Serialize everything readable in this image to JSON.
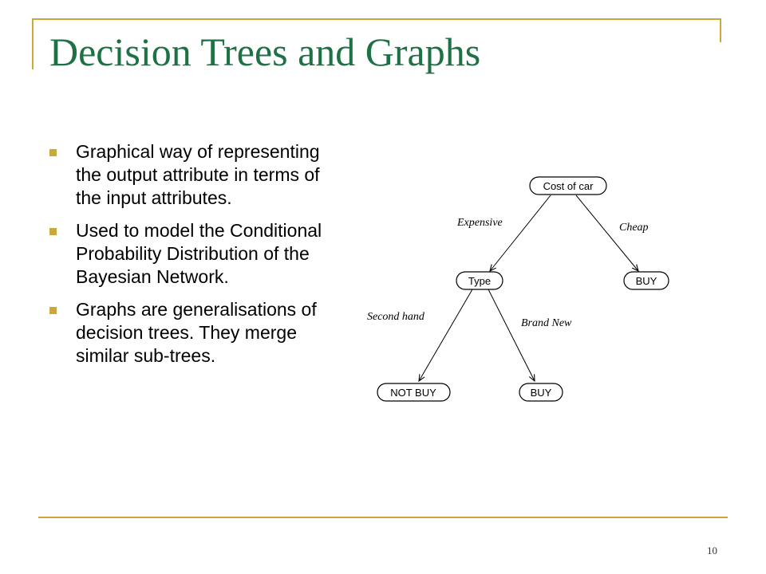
{
  "title": "Decision Trees and Graphs",
  "bullets": [
    "Graphical way of representing the output attribute in terms of the input attributes.",
    "Used to model the Conditional Probability Distribution of the Bayesian Network.",
    "Graphs are generalisations of decision trees. They merge similar sub-trees."
  ],
  "diagram": {
    "nodes": {
      "root": "Cost of car",
      "type": "Type",
      "buy_cheap": "BUY",
      "not_buy": "NOT BUY",
      "buy_new": "BUY"
    },
    "edges": {
      "expensive": "Expensive",
      "cheap": "Cheap",
      "second_hand": "Second hand",
      "brand_new": "Brand New"
    }
  },
  "page_number": "10",
  "colors": {
    "title": "#1e7045",
    "accent": "#c9a93a"
  }
}
